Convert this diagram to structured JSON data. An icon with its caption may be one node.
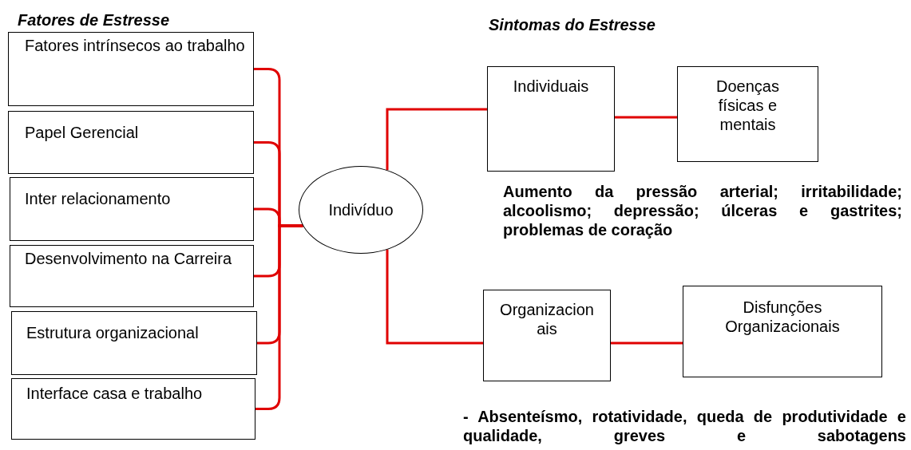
{
  "diagram": {
    "nodes": [
      {
        "text": [
          "Fatores intrínsecos ao trabalho"
        ]
      },
      {
        "text": [
          "Papel Gerencial"
        ]
      },
      {
        "text": [
          "Inter relacionamento"
        ]
      },
      {
        "text": [
          "Desenvolvimento na Carreira"
        ]
      },
      {
        "text": [
          "Estrutura organizacional"
        ]
      },
      {
        "text": [
          "Interface casa e trabalho"
        ]
      },
      {
        "text": [
          "Indivíduo"
        ]
      },
      {
        "text": [
          "Individuais"
        ]
      },
      {
        "text": [
          "Doenças físicas e mentais"
        ]
      },
      {
        "text": [
          "Organizacionais"
        ]
      },
      {
        "text": [
          "Disfunções Organizacionais"
        ]
      }
    ],
    "edges": [
      {
        "from": 0,
        "to": 6,
        "arrow": "none"
      },
      {
        "from": 1,
        "to": 6,
        "arrow": "none"
      },
      {
        "from": 2,
        "to": 6,
        "arrow": "none"
      },
      {
        "from": 3,
        "to": 6,
        "arrow": "none"
      },
      {
        "from": 4,
        "to": 6,
        "arrow": "none"
      },
      {
        "from": 5,
        "to": 6,
        "arrow": "none"
      },
      {
        "from": 6,
        "to": 7,
        "arrow": "none"
      },
      {
        "from": 7,
        "to": 8,
        "arrow": "none"
      },
      {
        "from": 6,
        "to": 9,
        "arrow": "none"
      },
      {
        "from": 9,
        "to": 10,
        "arrow": "none"
      }
    ],
    "labels": [
      "Fatores de Estresse",
      "Sintomas do Estresse",
      "Aumento da pressão arterial; irritabilidade; alcoolismo; depressão; úlceras e gastrites; problemas de coração",
      "- Absenteísmo, rotatividade, queda de produtividade e qualidade, greves e sabotagens"
    ]
  }
}
